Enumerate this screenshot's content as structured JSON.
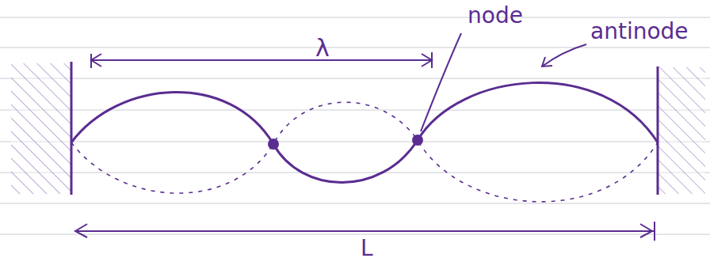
{
  "diagram": {
    "labels": [
      "λ",
      "node",
      "antinode",
      "L"
    ]
  }
}
